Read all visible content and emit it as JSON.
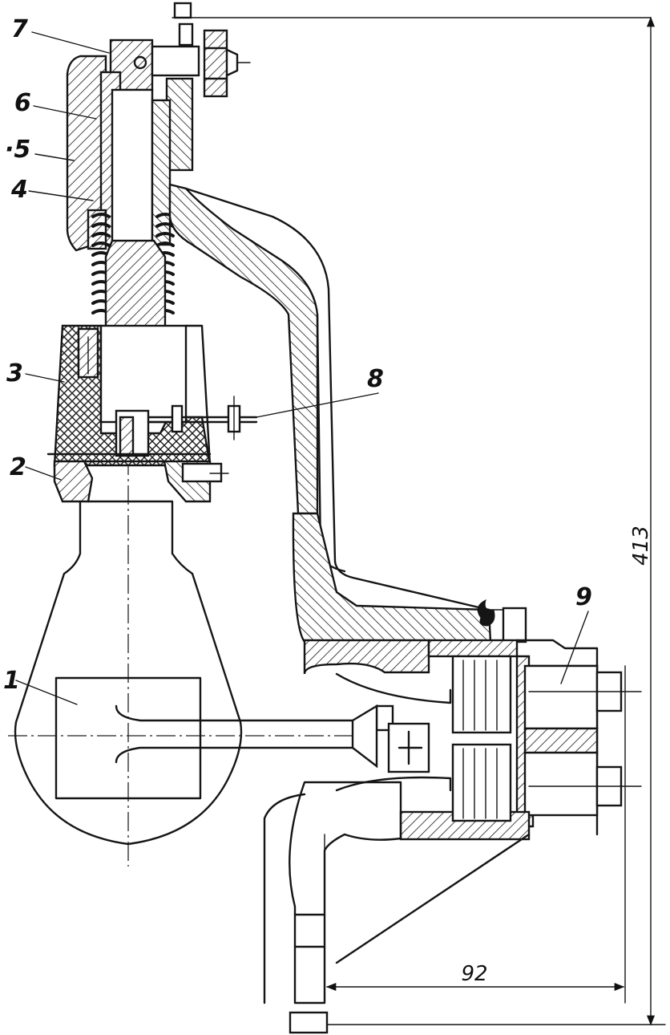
{
  "figure": {
    "callouts": [
      "1",
      "2",
      "3",
      "4",
      "·5",
      "6",
      "7",
      "8",
      "9"
    ],
    "dimensions": {
      "height": "413",
      "width": "92"
    }
  }
}
